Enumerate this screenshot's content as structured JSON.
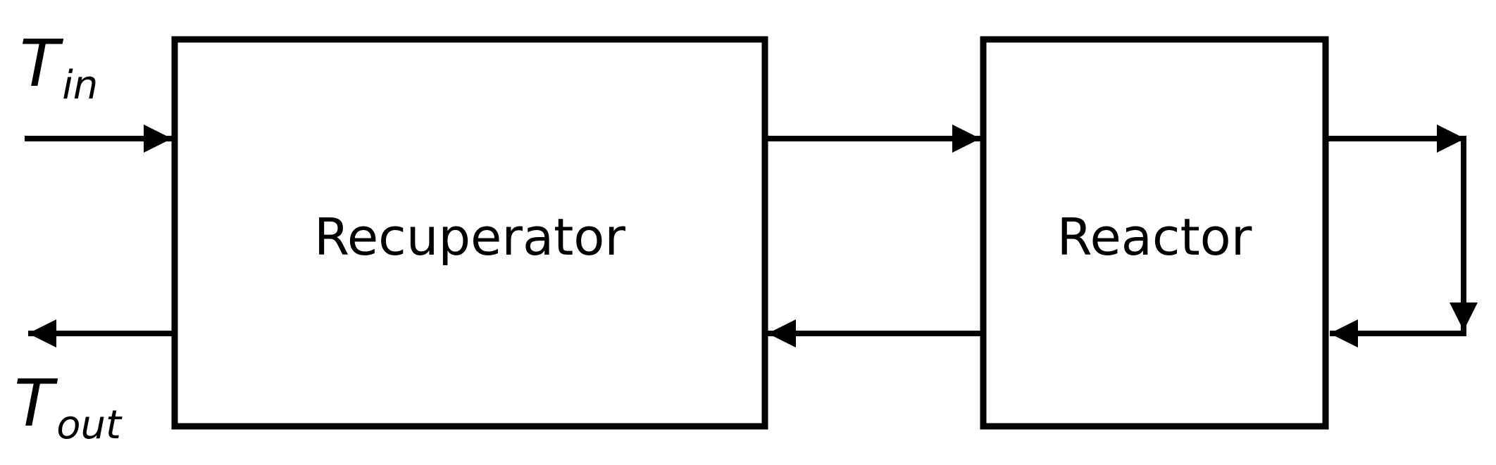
{
  "blocks": {
    "recuperator": {
      "label": "Recuperator"
    },
    "reactor": {
      "label": "Reactor"
    }
  },
  "variables": {
    "inlet": {
      "symbol": "T",
      "subscript": "in"
    },
    "outlet": {
      "symbol": "T",
      "subscript": "out"
    }
  },
  "colors": {
    "stroke": "#000000",
    "background": "#ffffff"
  }
}
